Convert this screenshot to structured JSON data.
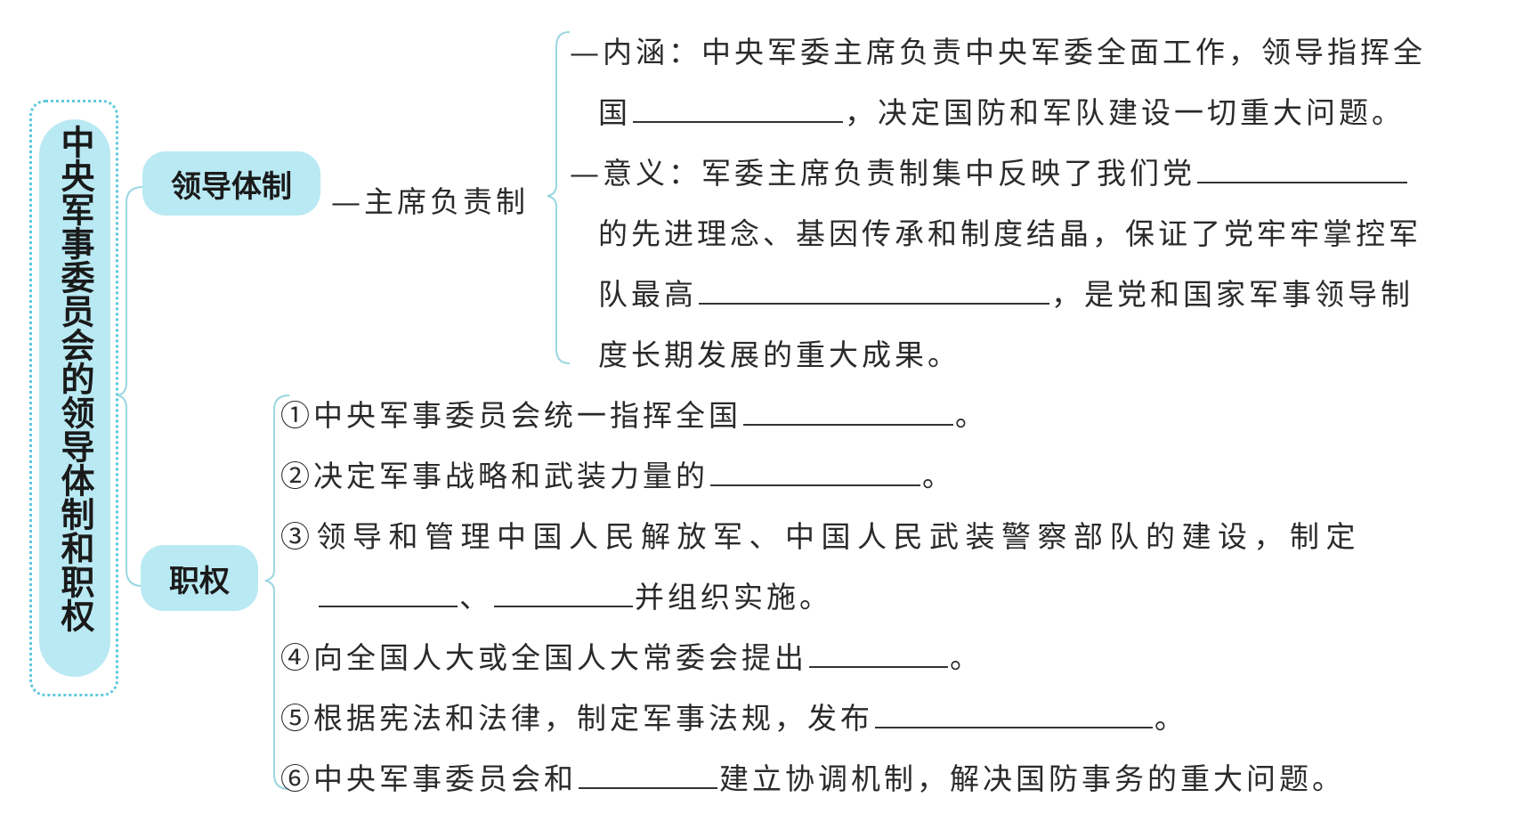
{
  "root_title": "中央军事委员会的领导体制和职权",
  "leadership": {
    "label": "领导体制",
    "sub": "—主席负责制",
    "connotation": {
      "line1": "—内涵：中央军委主席负责中央军委全面工作，领导指挥全",
      "line2_pre": "国",
      "line2_post": "，决定国防和军队建设一切重大问题。"
    },
    "significance": {
      "line1_pre": "—意义：军委主席负责制集中反映了我们党",
      "line2": "的先进理念、基因传承和制度结晶，保证了党牢牢掌控军",
      "line3_pre": "队最高",
      "line3_post": "，是党和国家军事领导制",
      "line4": "度长期发展的重大成果。"
    }
  },
  "powers": {
    "label": "职权",
    "item1_pre": "①中央军事委员会统一指挥全国",
    "item1_post": "。",
    "item2_pre": "②决定军事战略和武装力量的",
    "item2_post": "。",
    "item3_line1": "③领导和管理中国人民解放军、中国人民武装警察部队的建设，制定",
    "item3_sep": "、",
    "item3_post": "并组织实施。",
    "item4_pre": "④向全国人大或全国人大常委会提出",
    "item4_post": "。",
    "item5_pre": "⑤根据宪法和法律，制定军事法规，发布",
    "item5_post": "。",
    "item6_pre": "⑥中央军事委员会和",
    "item6_post": "建立协调机制，解决国防事务的重大问题。"
  },
  "colors": {
    "pill": "#b9e9f3",
    "border": "#5ec9dd",
    "brace": "#9ad6e2"
  }
}
